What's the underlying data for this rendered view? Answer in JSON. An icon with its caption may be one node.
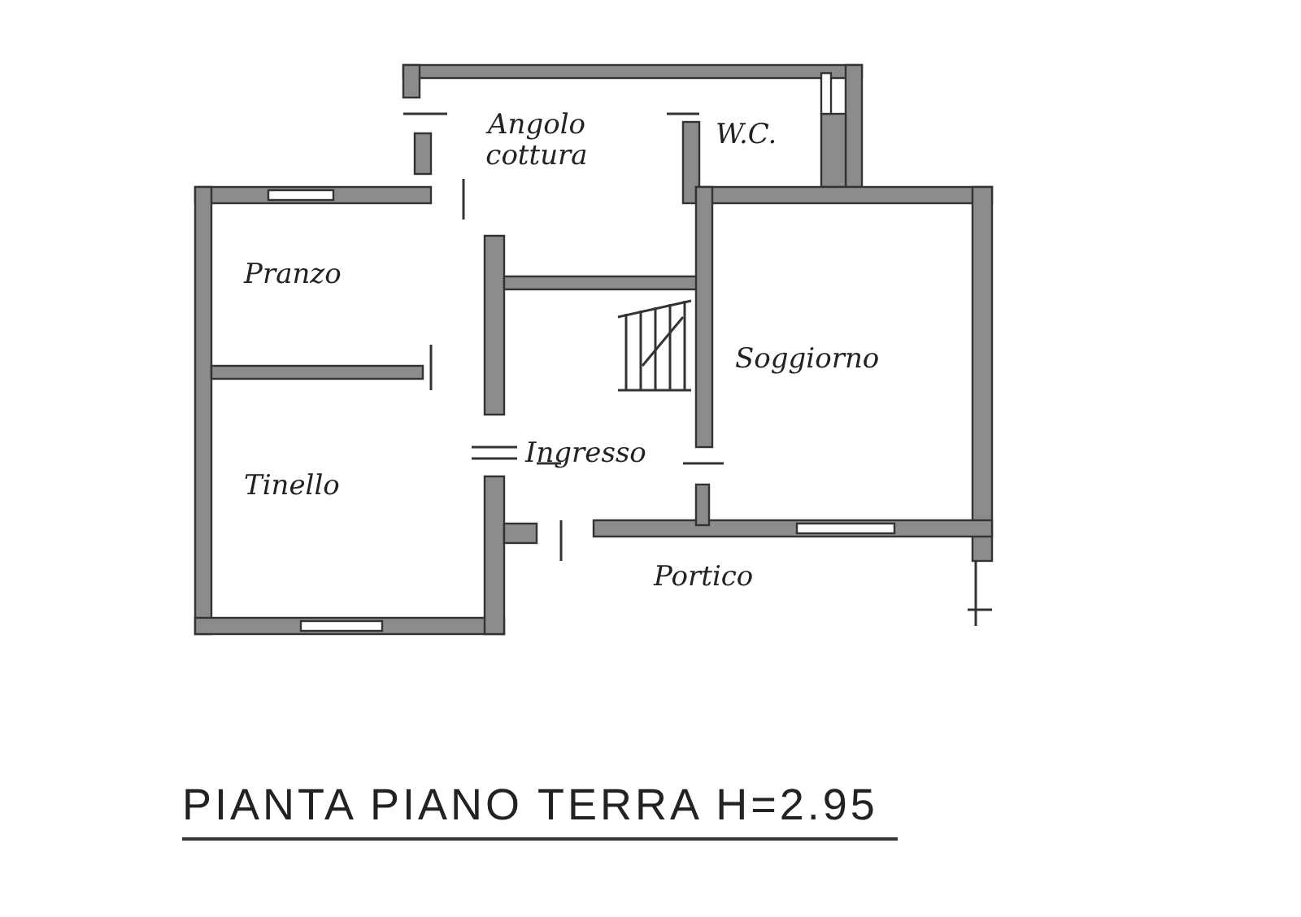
{
  "diagram": {
    "title": "PIANTA PIANO TERRA H=2.95",
    "labels": [
      "Angolo cottura",
      "W.C.",
      "Pranzo",
      "Soggiorno",
      "Ingresso",
      "Tinello",
      "Portico"
    ]
  }
}
